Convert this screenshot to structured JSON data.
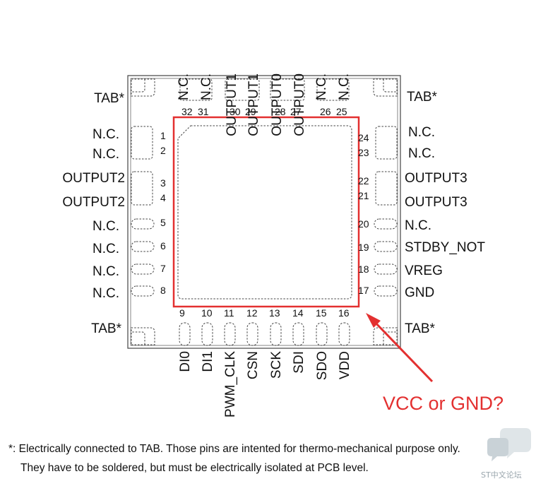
{
  "top_labels": [
    {
      "pin": "32",
      "label": "N.C."
    },
    {
      "pin": "31",
      "label": "N.C."
    },
    {
      "pin": "30",
      "label": "OUTPUT1"
    },
    {
      "pin": "29",
      "label": "OUTPUT1"
    },
    {
      "pin": "28",
      "label": "OUTPUT0"
    },
    {
      "pin": "27",
      "label": "OUTPUT0"
    },
    {
      "pin": "26",
      "label": "N.C."
    },
    {
      "pin": "25",
      "label": "N.C."
    }
  ],
  "left_labels": [
    {
      "pin": "1",
      "label": "N.C."
    },
    {
      "pin": "2",
      "label": "N.C."
    },
    {
      "pin": "3",
      "label": "OUTPUT2"
    },
    {
      "pin": "4",
      "label": "OUTPUT2"
    },
    {
      "pin": "5",
      "label": "N.C."
    },
    {
      "pin": "6",
      "label": "N.C."
    },
    {
      "pin": "7",
      "label": "N.C."
    },
    {
      "pin": "8",
      "label": "N.C."
    }
  ],
  "right_labels": [
    {
      "pin": "24",
      "label": "N.C."
    },
    {
      "pin": "23",
      "label": "N.C."
    },
    {
      "pin": "22",
      "label": "OUTPUT3"
    },
    {
      "pin": "21",
      "label": "OUTPUT3"
    },
    {
      "pin": "20",
      "label": "N.C."
    },
    {
      "pin": "19",
      "label": "STDBY_NOT"
    },
    {
      "pin": "18",
      "label": "VREG"
    },
    {
      "pin": "17",
      "label": "GND"
    }
  ],
  "bottom_labels": [
    {
      "pin": "9",
      "label": "DI0"
    },
    {
      "pin": "10",
      "label": "DI1"
    },
    {
      "pin": "11",
      "label": "PWM_CLK"
    },
    {
      "pin": "12",
      "label": "CSN"
    },
    {
      "pin": "13",
      "label": "SCK"
    },
    {
      "pin": "14",
      "label": "SDI"
    },
    {
      "pin": "15",
      "label": "SDO"
    },
    {
      "pin": "16",
      "label": "VDD"
    }
  ],
  "tab_label": "TAB*",
  "annotation": "VCC or GND?",
  "footnote_line1": "*: Electrically connected to TAB. Those pins are intented for thermo-mechanical purpose only.",
  "footnote_line2": "They have to be soldered, but must be electrically isolated at PCB level.",
  "watermark": "ST中文论坛",
  "colors": {
    "highlight": "#e33030",
    "outline": "#444444",
    "text": "#111111"
  }
}
